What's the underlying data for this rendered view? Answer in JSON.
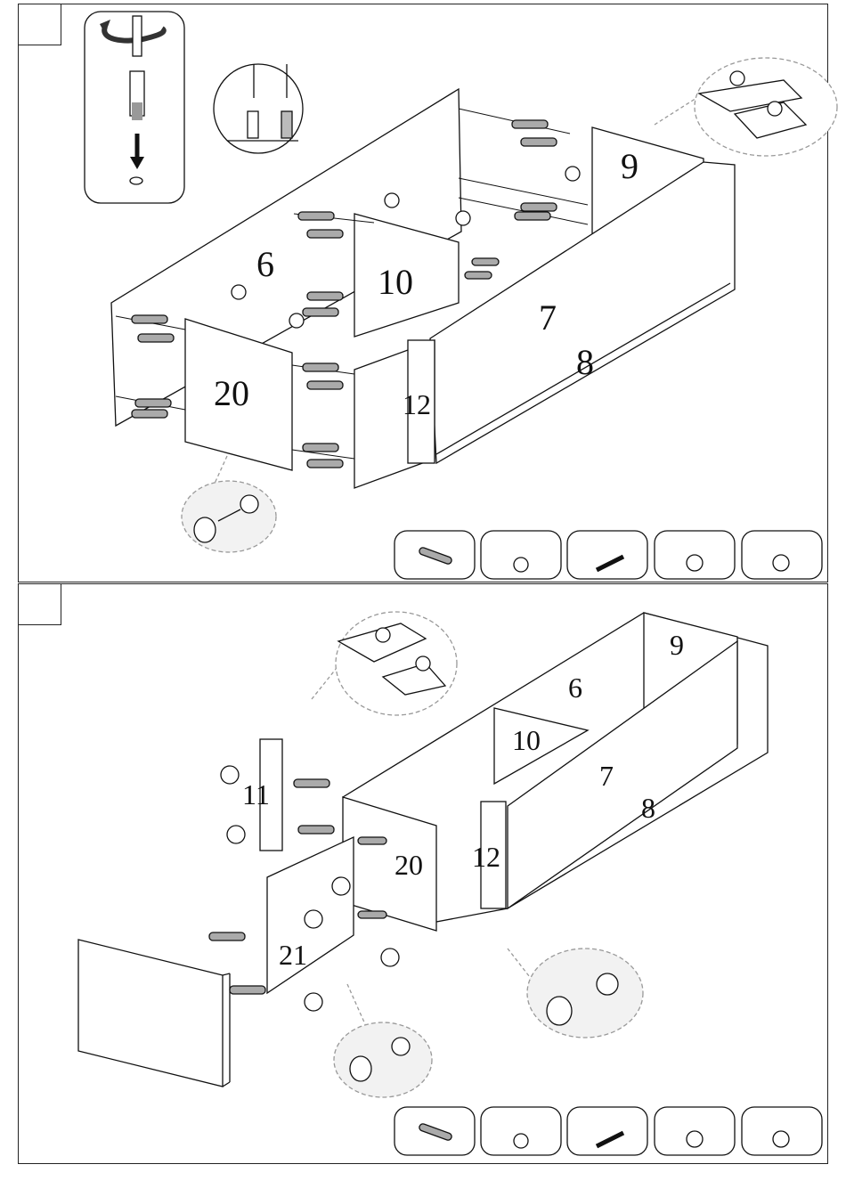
{
  "step1": {
    "part_labels": [
      "6",
      "9",
      "10",
      "7",
      "8",
      "20",
      "12"
    ],
    "hardware_tray": [
      "cam-bolt-icon",
      "cam-lock-icon",
      "wood-dowel-icon",
      "cap-cover-icon",
      "cap-cover-icon"
    ]
  },
  "step2": {
    "part_labels": [
      "9",
      "6",
      "10",
      "7",
      "8",
      "11",
      "20",
      "12",
      "21"
    ],
    "hardware_tray": [
      "cam-bolt-icon",
      "cam-lock-icon",
      "wood-dowel-icon",
      "cap-cover-icon",
      "cap-cover-icon"
    ]
  },
  "colors": {
    "line": "#111111",
    "dash": "#9a9a9a",
    "bubble": "#f2f2f2",
    "panel": "#ffffff"
  }
}
